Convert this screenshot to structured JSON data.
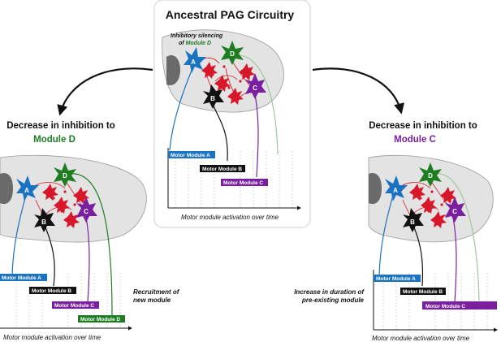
{
  "center": {
    "title": "Ancestral PAG Circuitry",
    "annotation_line1": "Inhibitory silencing",
    "annotation_of": "of ",
    "annotation_module": "Module D",
    "bars": [
      "Motor Module A",
      "Motor Module B",
      "Motor Module C"
    ],
    "axis_label": "Motor module activation over time"
  },
  "left": {
    "heading_line1": "Decrease in inhibition to",
    "heading_module": "Module D",
    "bars": [
      "Motor Module A",
      "Motor Module B",
      "Motor Module C",
      "Motor Module D"
    ],
    "axis_label": "Motor module activation over time",
    "note_line1": "Recruitment of",
    "note_line2": "new module"
  },
  "right": {
    "heading_line1": "Decrease in inhibition to",
    "heading_module": "Module C",
    "bars": [
      "Motor Module A",
      "Motor Module B",
      "Motor Module C"
    ],
    "axis_label": "Motor module activation over time",
    "note_line1": "Increase in duration of",
    "note_line2": "pre-existing module"
  },
  "neuron_labels": [
    "A",
    "B",
    "C",
    "D"
  ],
  "colors": {
    "module_a": "#1a73c2",
    "module_b": "#111111",
    "module_c": "#7a1fa0",
    "module_d": "#1e7d23",
    "interneuron": "#d7182a",
    "brain": "#e3e3e3",
    "brain_dark": "#6a6a6a"
  }
}
